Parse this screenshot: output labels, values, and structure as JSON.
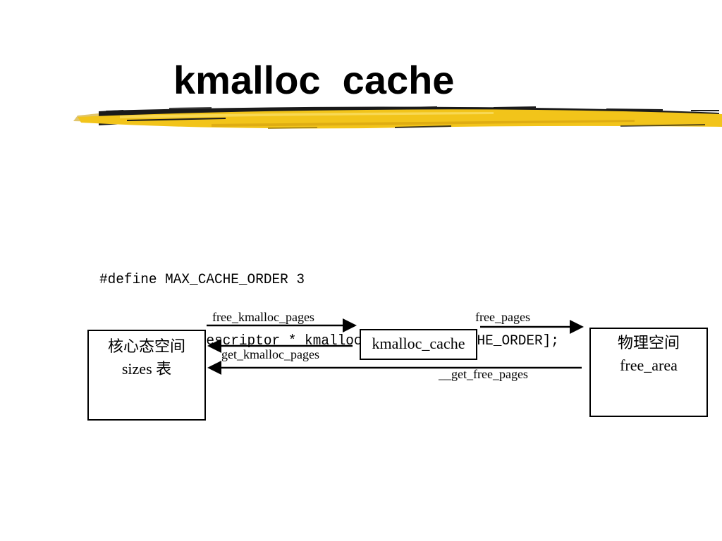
{
  "slide": {
    "title": "kmalloc  cache",
    "code_lines": [
      "#define MAX_CACHE_ORDER 3",
      "struct page_descriptor * kmalloc_cache[MAX_CACHE_ORDER];"
    ]
  },
  "diagram": {
    "left_box": {
      "line1": "核心态空间",
      "line2": "sizes 表"
    },
    "middle_box": {
      "label": "kmalloc_cache"
    },
    "right_box": {
      "line1": "物理空间",
      "line2": "free_area"
    },
    "edges": {
      "free_kmalloc_pages": "free_kmalloc_pages",
      "free_pages": "free_pages",
      "get_kmalloc_pages": "get_kmalloc_pages",
      "get_free_pages": "__get_free_pages"
    }
  },
  "colors": {
    "brush_yellow": "#f2c41a",
    "brush_dark": "#1a1a1a",
    "text": "#000000",
    "background": "#ffffff"
  }
}
